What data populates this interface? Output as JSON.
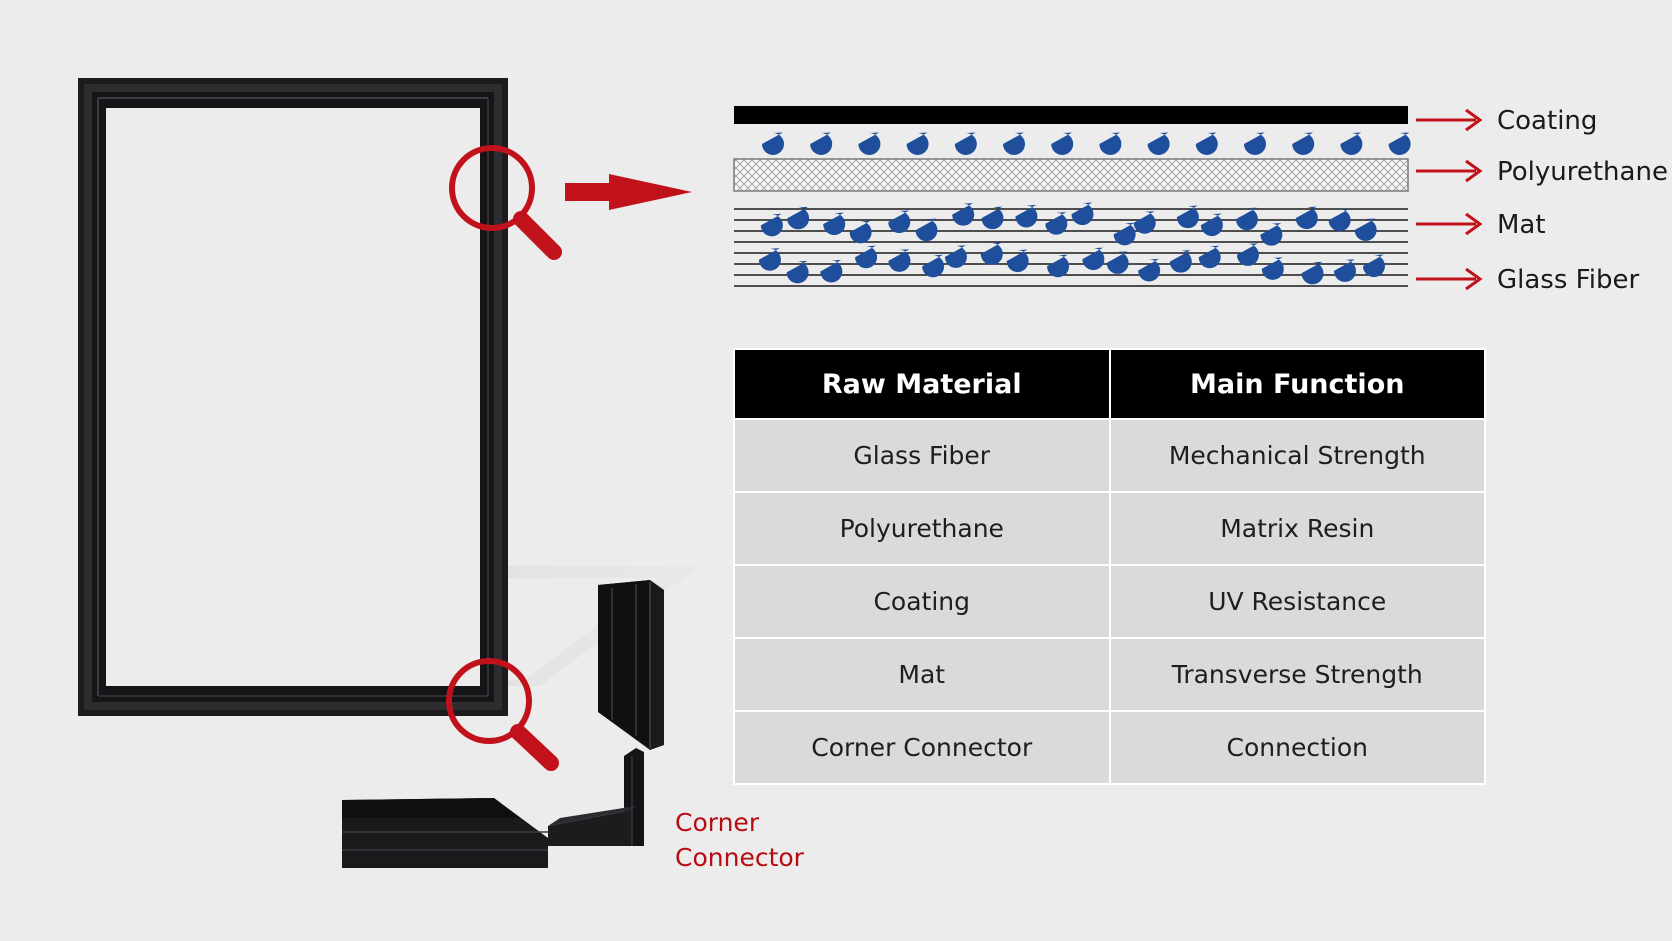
{
  "layers": [
    {
      "label": "Coating"
    },
    {
      "label": "Polyurethane"
    },
    {
      "label": "Mat"
    },
    {
      "label": "Glass Fiber"
    }
  ],
  "corner_connector": {
    "line1": "Corner",
    "line2": "Connector"
  },
  "table": {
    "headers": [
      "Raw Material",
      "Main Function"
    ],
    "rows": [
      [
        "Glass Fiber",
        "Mechanical Strength"
      ],
      [
        "Polyurethane",
        "Matrix Resin"
      ],
      [
        "Coating",
        "UV Resistance"
      ],
      [
        "Mat",
        "Transverse Strength"
      ],
      [
        "Corner Connector",
        "Connection"
      ]
    ]
  },
  "colors": {
    "background": "#ececec",
    "accent_red": "#c1121b",
    "fiber_blue": "#1f4f9c",
    "frame_black": "#1c1c1e",
    "table_header": "#000000",
    "table_cell": "#dadada"
  },
  "icons": [
    "magnifier-icon",
    "arrow-right-icon"
  ]
}
